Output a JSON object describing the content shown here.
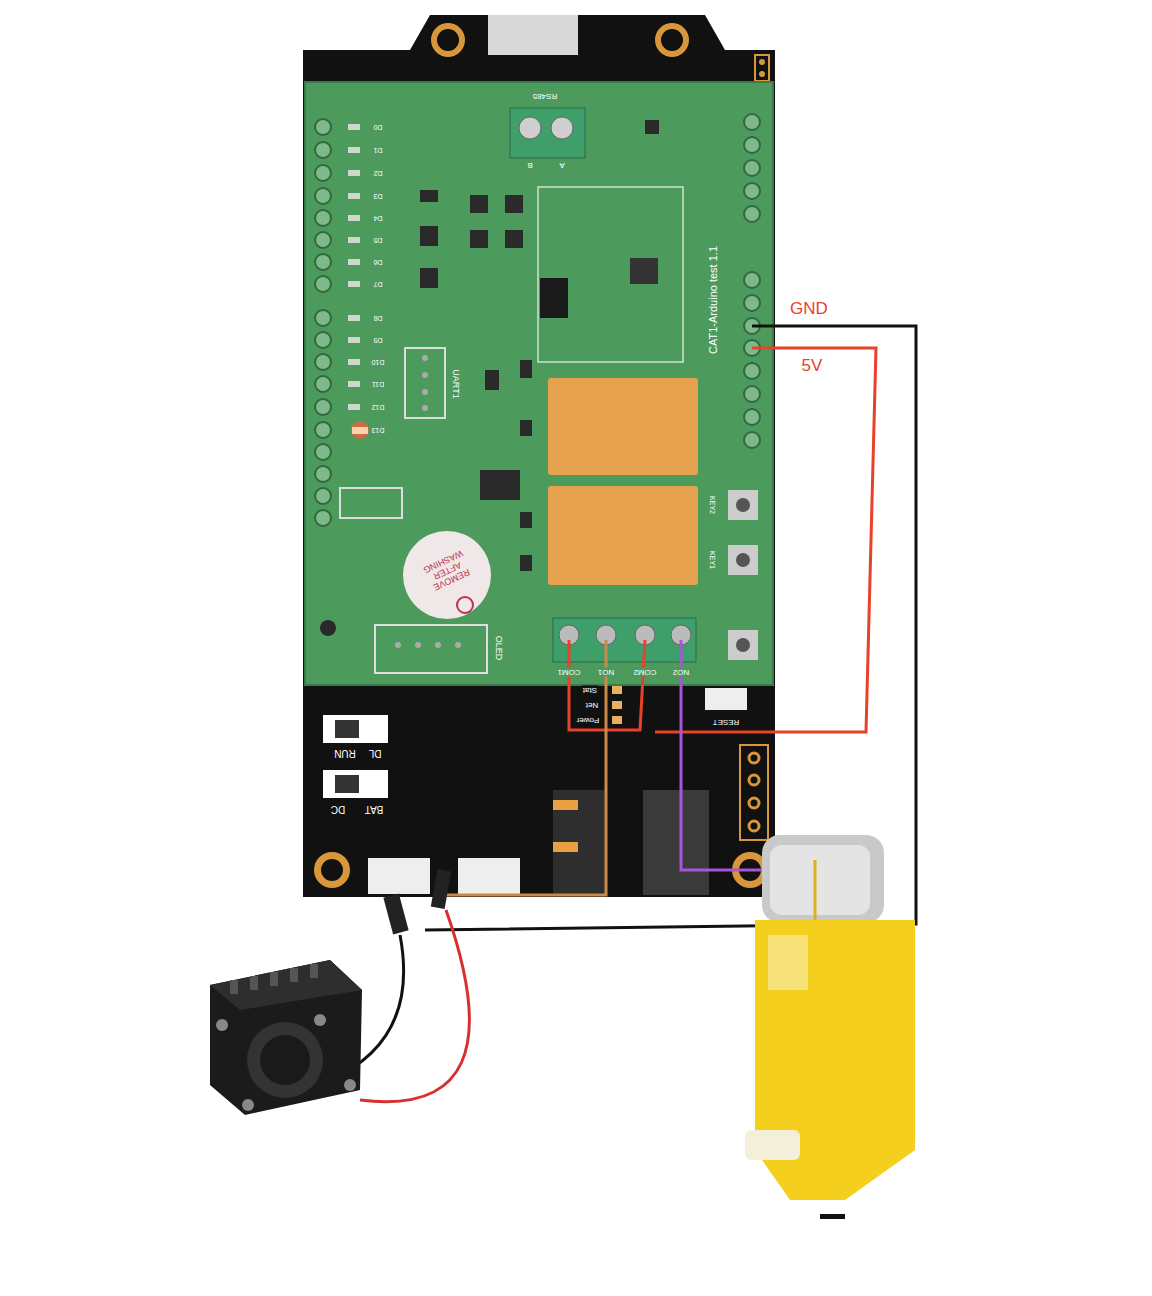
{
  "diagram": {
    "labels": [
      "GND",
      "5V",
      "CAT1-Arduino test 1.1",
      "RS485",
      "B",
      "A",
      "UART1",
      "OLED",
      "REMOVE AFTER WASHING",
      "COM1",
      "NO1",
      "COM2",
      "NO2",
      "Stat",
      "Net",
      "Power",
      "RESET",
      "RUN",
      "DL",
      "DC",
      "BAT",
      "KEY2",
      "KEY1",
      "D0",
      "D1",
      "D2",
      "D3",
      "D4",
      "D5",
      "D6",
      "D7",
      "D8",
      "D9",
      "D10",
      "D11",
      "D12",
      "D13"
    ]
  }
}
